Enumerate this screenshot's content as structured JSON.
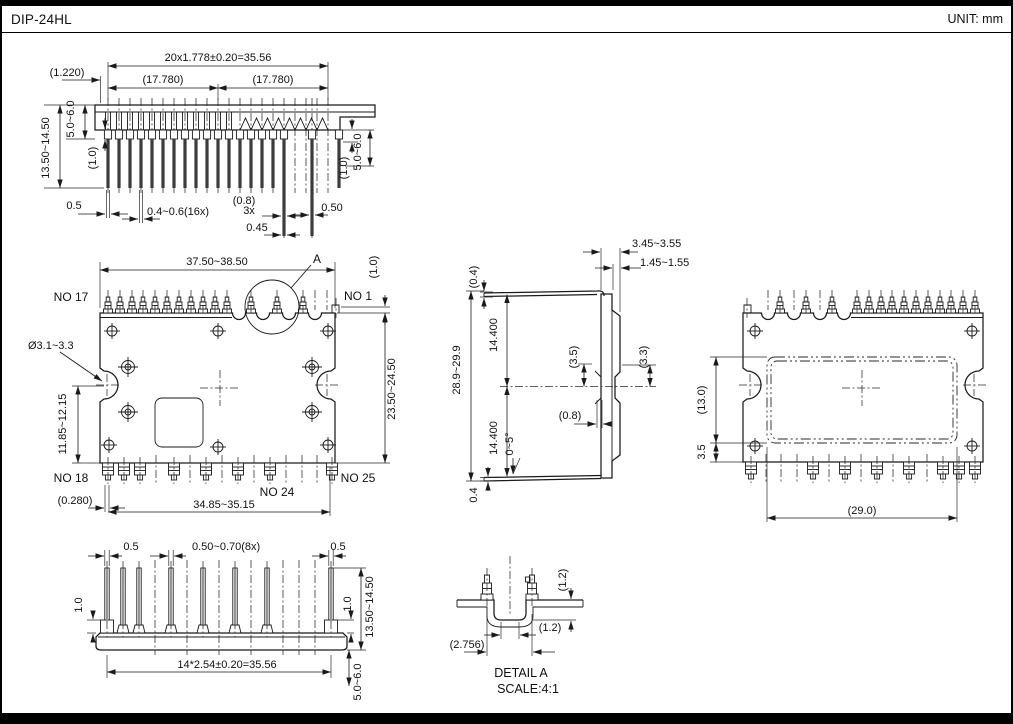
{
  "header": {
    "title": "DIP-24HL",
    "unit": "UNIT: mm"
  },
  "front_view": {
    "pitch_total": "20x1.778±0.20=35.56",
    "offset_left": "(1.220)",
    "half_left": "(17.780)",
    "half_right": "(17.780)",
    "height_total": "13.50~14.50",
    "standoff_left": "5.0~6.0",
    "shoulder_left": "(1.0)",
    "shoulder_right": "(1.0)",
    "standoff_right": "5.0~6.0",
    "pin_width_left": "0.5",
    "pin_width_16x": "0.4~0.6(16x)",
    "pin_width_08": "(0.8)",
    "pin_count_3x": "3x",
    "pin_width_045": "0.45",
    "pin_width_right": "0.50"
  },
  "plan_view": {
    "width": "37.50~38.50",
    "detail_callout": "A",
    "edge_offset": "(1.0)",
    "pin17": "NO 17",
    "pin1": "NO 1",
    "hole_dia": "Ø3.1~3.3",
    "hole_offset": "11.85~12.15",
    "depth": "23.50~24.50",
    "pin18": "NO 18",
    "pin24": "NO 24",
    "pin25": "NO 25",
    "pin_offset": "(0.280)",
    "pin_span": "34.85~35.15"
  },
  "side_view": {
    "thickness": "3.45~3.55",
    "body_thickness": "1.45~1.55",
    "lead_thickness_top": "(0.4)",
    "total_height": "28.9~29.9",
    "half_height_top": "14.400",
    "half_height_bottom": "14.400",
    "notch_left": "(3.5)",
    "notch_right": "(3.3)",
    "step": "(0.8)",
    "draft_angle": "0~5°",
    "lead_thickness_bottom": "0.4"
  },
  "back_view": {
    "pad_height": "(13.0)",
    "pad_offset": "3.5",
    "pad_width": "(29.0)"
  },
  "bottom_row_view": {
    "pin_width_left": "0.5",
    "pin_width_8x": "0.50~0.70(8x)",
    "pin_width_right": "0.5",
    "shoulder_left": "1.0",
    "shoulder_right": "1.0",
    "height_total": "13.50~14.50",
    "pitch_total": "14*2.54±0.20=35.56",
    "standoff": "5.0~6.0"
  },
  "detail_a": {
    "notch_depth": "(1.2)",
    "notch_width": "(1.2)",
    "pin_pitch": "(2.756)",
    "title": "DETAIL A",
    "scale": "SCALE:4:1"
  }
}
